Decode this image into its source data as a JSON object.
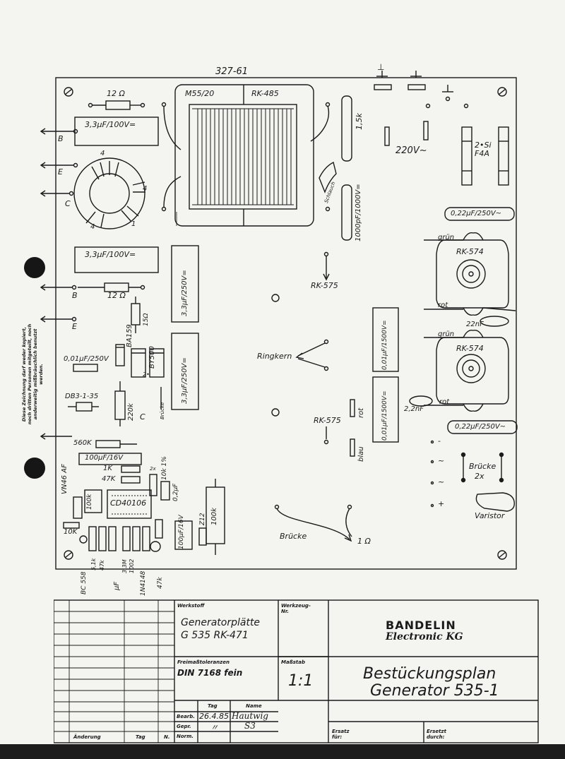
{
  "drawing_number": "327-61",
  "board": {
    "components": {
      "r12_top": "12 Ω",
      "cap_3u3_top": "3,3µF/100V=",
      "trafo_left": "M55/20",
      "trafo_right": "RK-485",
      "res_1k5": "1,5k",
      "schlauch": "Schlauch",
      "cap_1000p": "1000pF/1000V=",
      "mains": "220V~",
      "fuse": "2•Si F4A",
      "cap_022_top": "0,22µF/250V~",
      "gruen_top": "grün",
      "rk574_top": "RK-574",
      "rot_top": "rot",
      "cap_22n_right": "22nF",
      "gruen_bottom": "grün",
      "rk574_bottom": "RK-574",
      "cap_22n_left": "2,2nF",
      "rot_bottom": "rot",
      "cap_022_bottom": "0,22µF/250V~",
      "cap_3u3_mid": "3,3µF/100V=",
      "r12_mid": "12 Ω",
      "cap_3u3_250a": "3,3µF/250V=",
      "cap_3u3_250b": "3,3µF/250V=",
      "rk575_top": "RK-575",
      "ringkern": "Ringkern",
      "rk575_bottom": "RK-575",
      "rot_mid": "rot",
      "blau": "blau",
      "cap_001a": "0,01µF/1500V=",
      "cap_001b": "0,01µF/1500V=",
      "r15": "15Ω",
      "ba159": "BA159",
      "by500": "BY500",
      "by500_mult": "2•",
      "cap_001_250": "0,01µF/250V",
      "db3": "DB3-1-35",
      "r220k": "220k",
      "bruecke_small": "Brücke",
      "c_mark": "C",
      "r560k": "560K",
      "cap_100u": "100µF/16V",
      "r1k": "1K",
      "r47k": "47K",
      "r10k1": "10k 1%",
      "r10k1_mult": "2x",
      "cap_0u2": "0,2µF",
      "vn46": "VN46 AF",
      "r100k_a": "100k",
      "cd40106": "CD40106",
      "cap_100u_b": "100µF/16V",
      "z12": "Z12",
      "r100k_b": "100k",
      "r10k": "10K",
      "bruecke_bottom": "Brücke",
      "r1ohm": "1 Ω",
      "bruecke_right": "Brücke",
      "bruecke_mult": "2x",
      "varistor": "Varistor",
      "gnd_sym": "⊥",
      "sign_minus": "-",
      "sign_tilde1": "~",
      "sign_tilde2": "~",
      "sign_plus": "+"
    },
    "bottom_labels": [
      "BC 558",
      "5,1k",
      "47k",
      "3,3M",
      "1002",
      "µF",
      "1N4148",
      "47k"
    ],
    "connectors": [
      "B",
      "E",
      "C",
      "B",
      "E"
    ],
    "toroid_pins": [
      "4",
      "4",
      "4",
      "1"
    ]
  },
  "side_note": [
    "Diese Zeichnung darf weder kopiert,",
    "noch dritten Personen mitgeteilt, noch",
    "anderweitig mißbräuchlich benutzt",
    "werden."
  ],
  "title_block": {
    "werkstoff_label": "Werkstoff",
    "werkstoff_line1": "Generatorplätte",
    "werkstoff_line2": "G 535   RK-471",
    "werkzeug_label": "Werkzeug-Nr.",
    "company_line1": "BANDELIN",
    "company_line2": "Electronic KG",
    "freimass_label": "Freimaßtoleranzen",
    "freimass_value": "DIN 7168 fein",
    "massstab_label": "Maßstab",
    "massstab_value": "1:1",
    "title_line1": "Bestückungsplan",
    "title_line2": "Generator 535-1",
    "tag_header": "Tag",
    "name_header": "Name",
    "bearb_label": "Bearb.",
    "bearb_date": "26.4.85",
    "bearb_name": "Hautwig",
    "gepr_label": "Gepr.",
    "gepr_date": "〃",
    "gepr_name": "S3",
    "norm_label": "Norm.",
    "aenderung": "Änderung",
    "tag_footer": "Tag",
    "n_footer": "N.",
    "ersatz_fuer": "Ersatz für:",
    "ersetzt_durch": "Ersetzt durch:"
  }
}
